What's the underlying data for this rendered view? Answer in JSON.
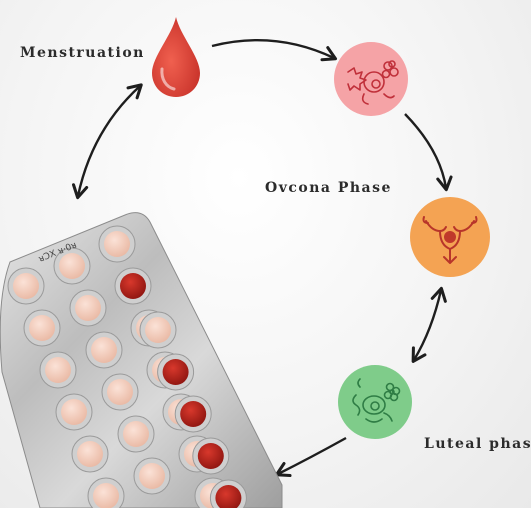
{
  "labels": {
    "menstruation": "Menstruation",
    "ovulation": "Ovcona Phase",
    "luteal": "Luteal phase"
  },
  "pack": {
    "printed_text": "ᴚƆX ᴚ·0ᴚ"
  },
  "icons": {
    "drop": "blood-drop-icon",
    "follicular": "flower-berry-icon",
    "ovulation": "uterus-icon",
    "luteal": "ovary-flower-icon"
  },
  "colors": {
    "drop": "#e0473d",
    "follicular": "#f5a3a6",
    "ovulation": "#f4a353",
    "luteal": "#7fcc8a",
    "arrow": "#1e1e1e",
    "pill_light": "#f3cfc0",
    "pill_red": "#b8201a"
  }
}
